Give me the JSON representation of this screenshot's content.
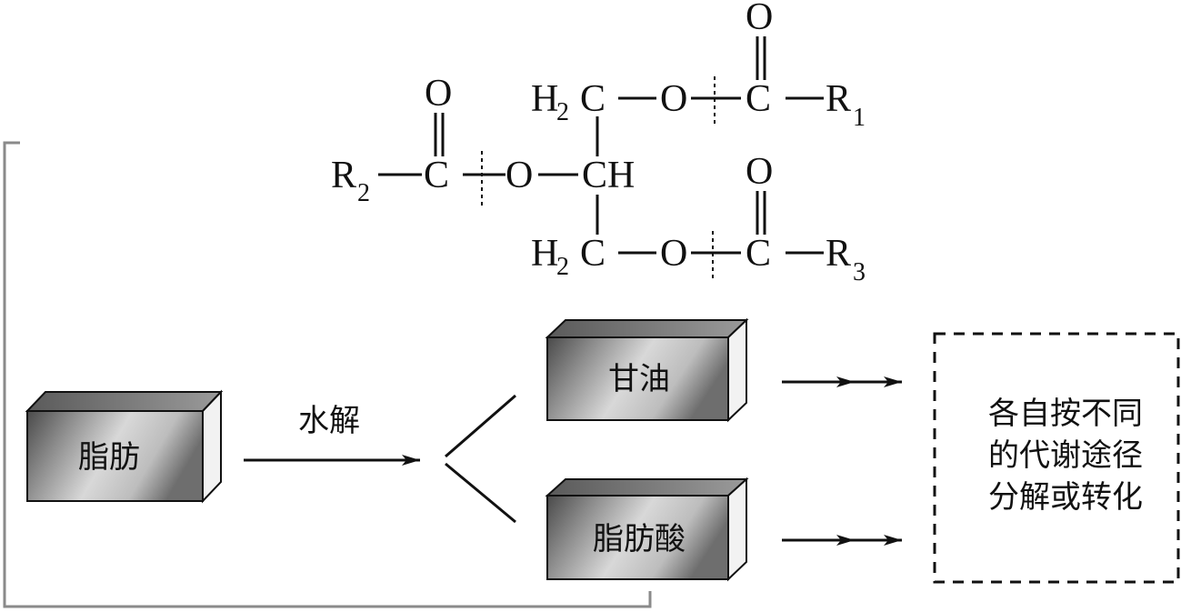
{
  "structure": {
    "o_label": "O",
    "c_label": "C",
    "ch_label": "CH",
    "h_label": "H",
    "sub_two": "2",
    "r_label": "R",
    "r1_sub": "1",
    "r2_sub": "2",
    "r3_sub": "3"
  },
  "flow": {
    "fat_label": "脂肪",
    "hydrolysis_label": "水解",
    "glycerol_label": "甘油",
    "fatty_acid_label": "脂肪酸",
    "result_lines": [
      "各自按不同",
      "的代谢途径",
      "分解或转化"
    ]
  }
}
